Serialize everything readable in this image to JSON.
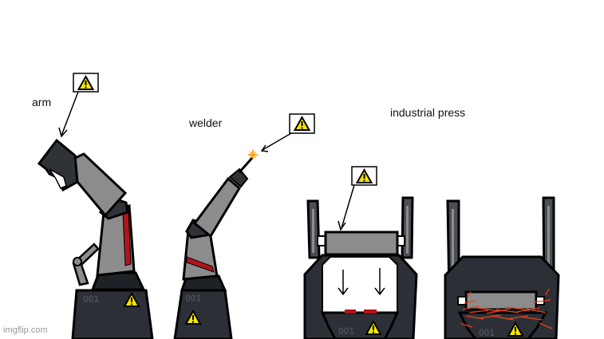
{
  "labels": {
    "arm": "arm",
    "welder": "welder",
    "press": "industrial press"
  },
  "base_number": "001",
  "watermark": "imgflip.com",
  "colors": {
    "background": "#ffffff",
    "outline": "#000000",
    "arm_gray": "#8c8c8c",
    "dark_metal": "#2f3338",
    "base_dark": "#2c3036",
    "accent_red": "#b0151b",
    "warning_yellow": "#f2e600",
    "spark_orange": "#ff7a00",
    "hot_sparks": "#e8401a",
    "watermark_gray": "#9a9a9a"
  },
  "icons": [
    "warning-sign-icon",
    "down-arrow-icon",
    "spark-icon"
  ]
}
